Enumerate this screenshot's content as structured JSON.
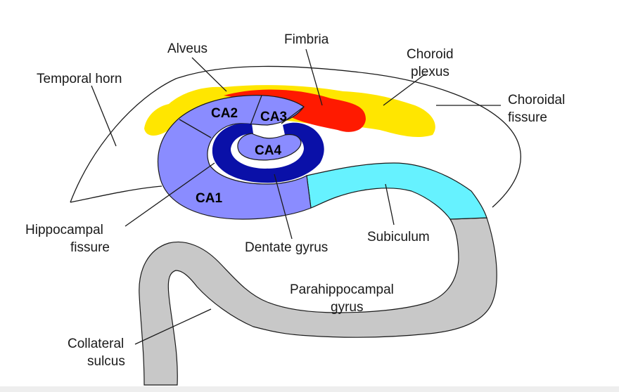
{
  "labels": {
    "temporal_horn": "Temporal horn",
    "alveus": "Alveus",
    "fimbria": "Fimbria",
    "choroid_plexus": [
      "Choroid",
      "plexus"
    ],
    "choroidal_fissure": [
      "Choroidal",
      "fissure"
    ],
    "hippocampal_fissure": [
      "Hippocampal",
      "fissure"
    ],
    "dentate_gyrus": "Dentate gyrus",
    "subiculum": "Subiculum",
    "parahippocampal_gyrus": [
      "Parahippocampal",
      "gyrus"
    ],
    "collateral_sulcus": [
      "Collateral",
      "sulcus"
    ]
  },
  "regions": {
    "ca1": "CA1",
    "ca2": "CA2",
    "ca3": "CA3",
    "ca4": "CA4"
  },
  "colors": {
    "choroid_plexus": "#ffe600",
    "fimbria": "#ff1a00",
    "cornu_ammonis": "#8a8cff",
    "dentate_gyrus": "#0a10a8",
    "subiculum": "#66f2ff",
    "parahippocampal_gyrus": "#c8c8c8",
    "outline": "#1a1a1a"
  }
}
